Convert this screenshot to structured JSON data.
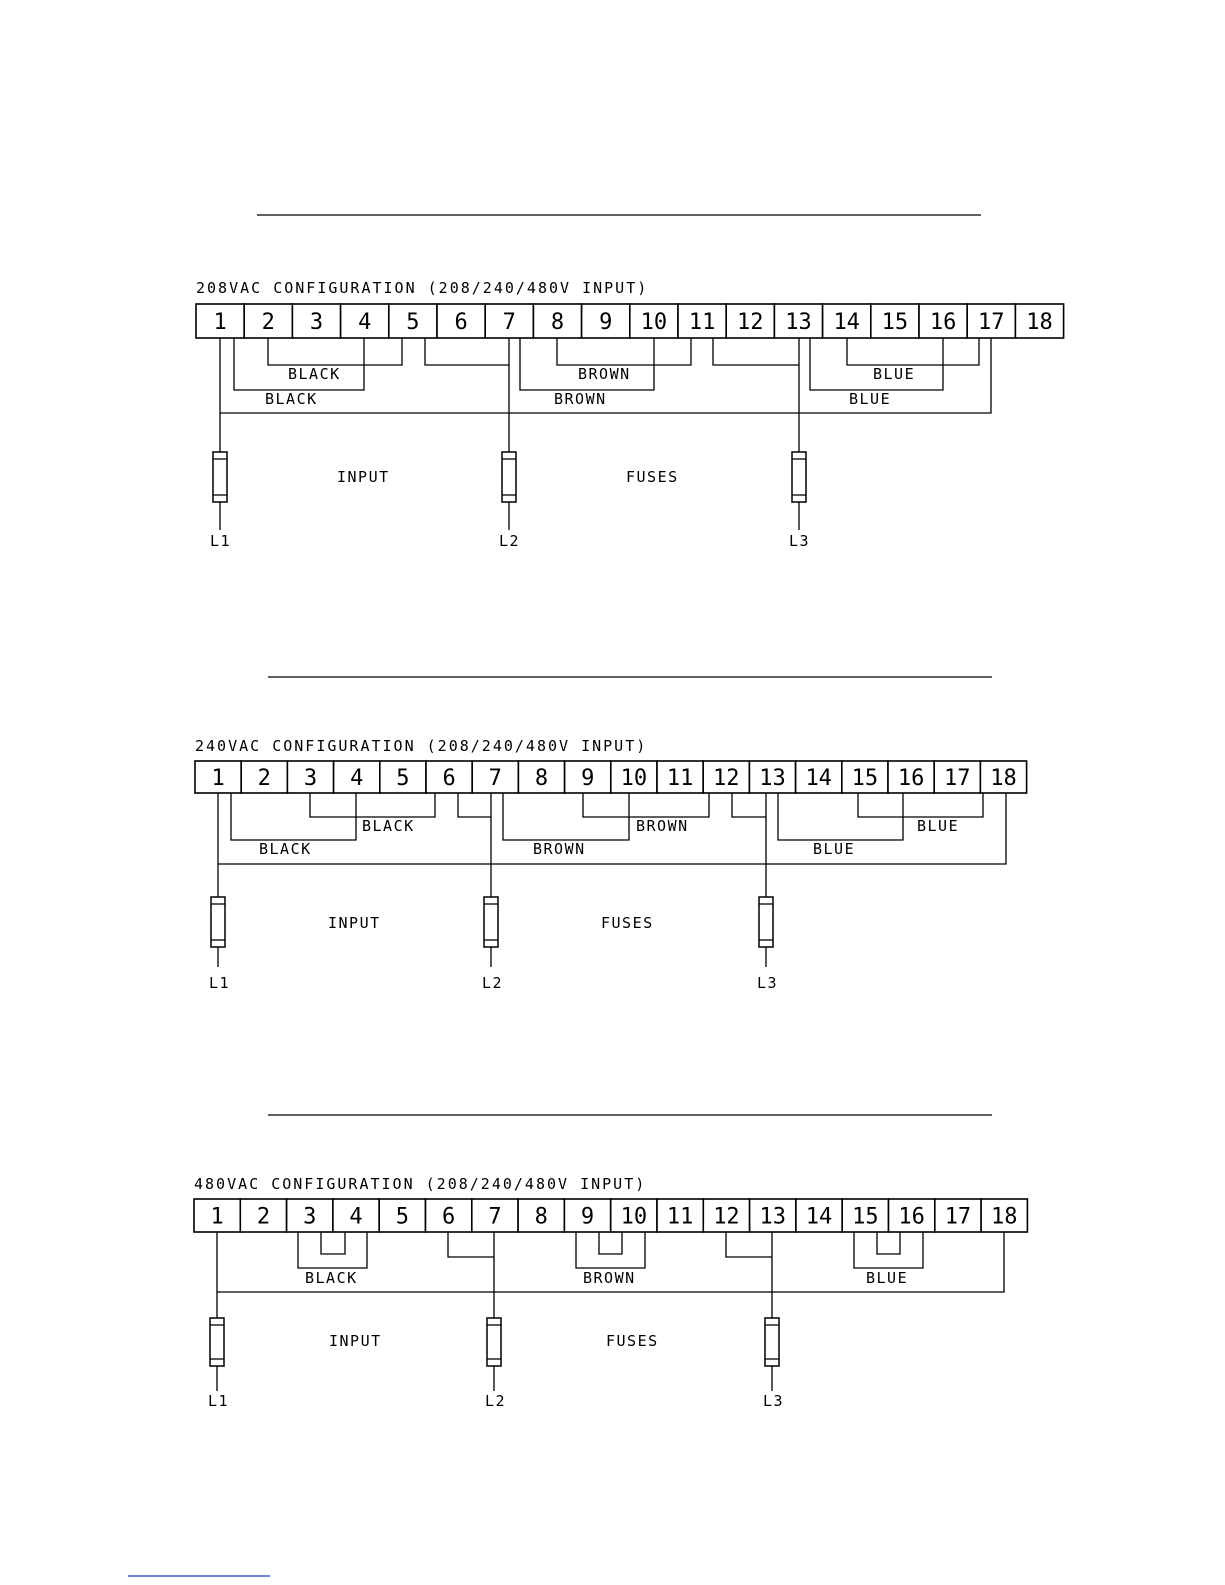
{
  "diagrams": [
    {
      "title": "208VAC CONFIGURATION (208/240/480V INPUT)",
      "terminals": [
        "1",
        "2",
        "3",
        "4",
        "5",
        "6",
        "7",
        "8",
        "9",
        "10",
        "11",
        "12",
        "13",
        "14",
        "15",
        "16",
        "17",
        "18"
      ],
      "wire_labels": [
        "BLACK",
        "BLACK",
        "BROWN",
        "BROWN",
        "BLUE",
        "BLUE"
      ],
      "input_label": "INPUT",
      "fuses_label": "FUSES",
      "lines": [
        "L1",
        "L2",
        "L3"
      ]
    },
    {
      "title": "240VAC CONFIGURATION (208/240/480V INPUT)",
      "terminals": [
        "1",
        "2",
        "3",
        "4",
        "5",
        "6",
        "7",
        "8",
        "9",
        "10",
        "11",
        "12",
        "13",
        "14",
        "15",
        "16",
        "17",
        "18"
      ],
      "wire_labels": [
        "BLACK",
        "BLACK",
        "BROWN",
        "BROWN",
        "BLUE",
        "BLUE"
      ],
      "input_label": "INPUT",
      "fuses_label": "FUSES",
      "lines": [
        "L1",
        "L2",
        "L3"
      ]
    },
    {
      "title": "480VAC CONFIGURATION (208/240/480V INPUT)",
      "terminals": [
        "1",
        "2",
        "3",
        "4",
        "5",
        "6",
        "7",
        "8",
        "9",
        "10",
        "11",
        "12",
        "13",
        "14",
        "15",
        "16",
        "17",
        "18"
      ],
      "wire_labels": [
        "BLACK",
        "BROWN",
        "BLUE"
      ],
      "input_label": "INPUT",
      "fuses_label": "FUSES",
      "lines": [
        "L1",
        "L2",
        "L3"
      ]
    }
  ]
}
